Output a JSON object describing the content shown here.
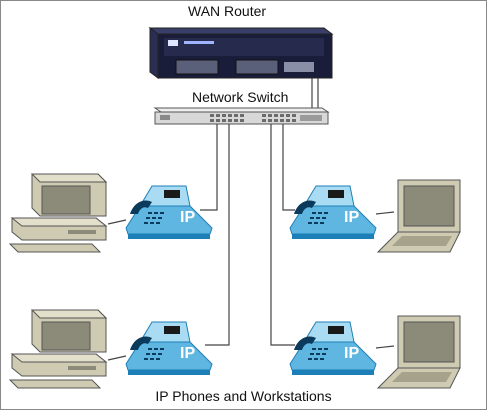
{
  "labels": {
    "router": "WAN Router",
    "switch": "Network Switch",
    "bottom": "IP Phones and Workstations"
  },
  "phone_text": "IP",
  "colors": {
    "phone_light": "#a9dcf2",
    "phone_mid": "#5fb6e0",
    "phone_dark": "#1d7fb8",
    "beige": "#cfcbb2",
    "beige_dark": "#8c8a78",
    "router_dark": "#1a1d3a",
    "switch_body": "#d8d8d8",
    "wire": "#444444"
  },
  "icons": [
    "router-icon",
    "switch-icon",
    "desktop-icon",
    "ip-phone-icon",
    "laptop-icon"
  ]
}
